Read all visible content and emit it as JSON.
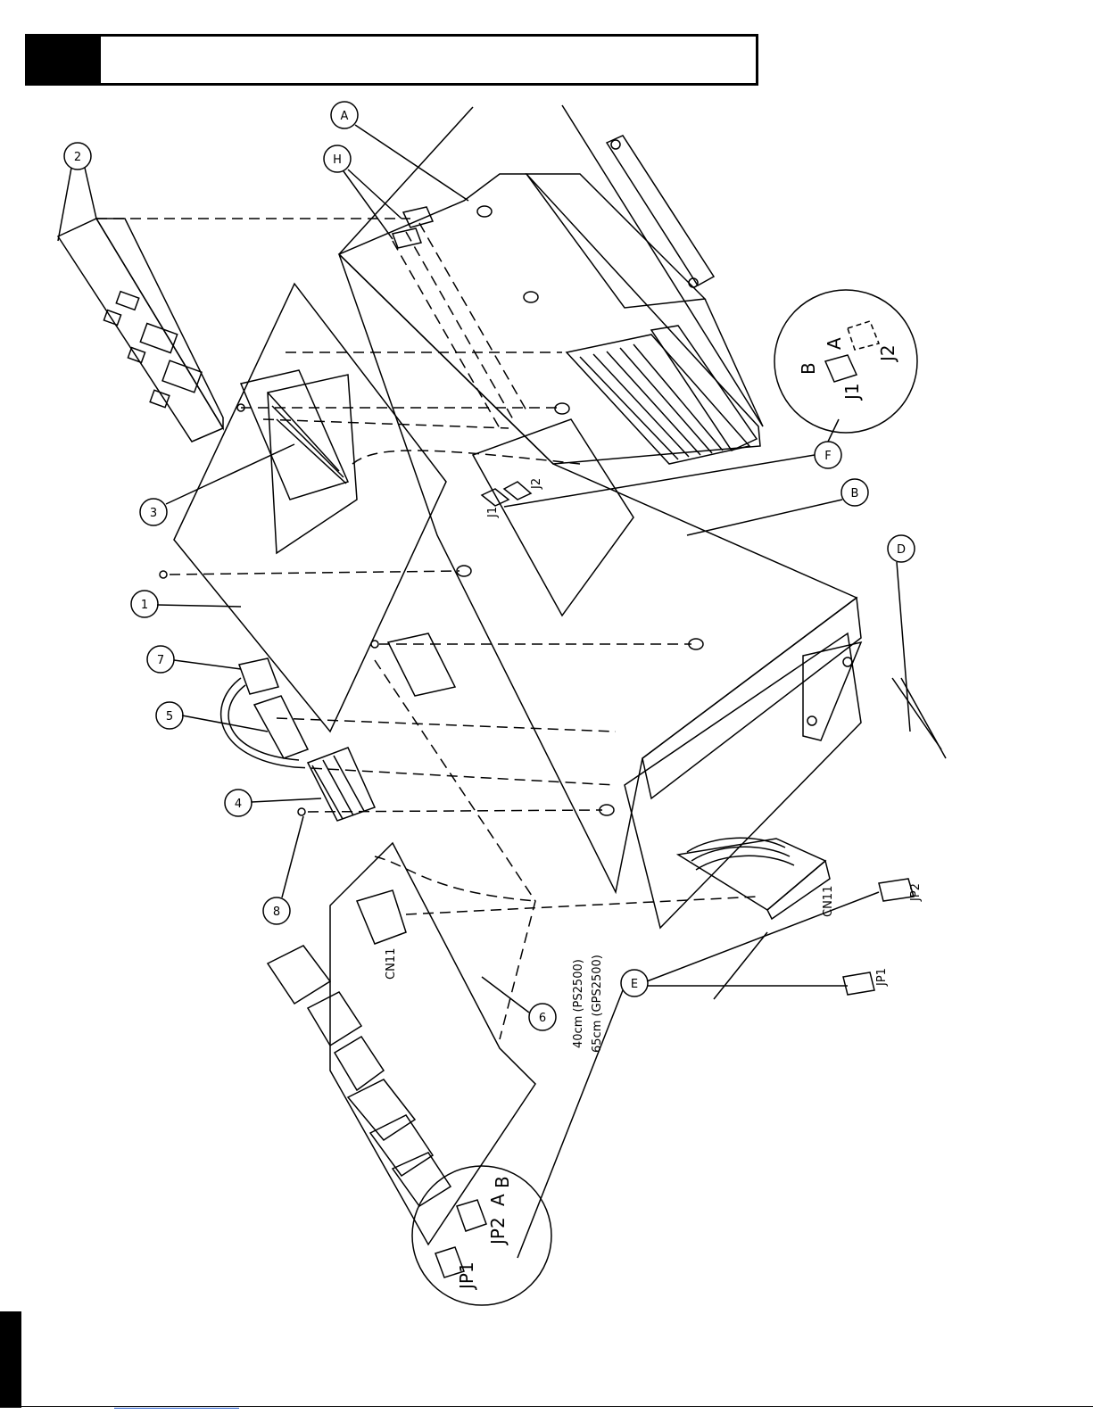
{
  "colors": {
    "ink": "#000000",
    "paper": "#ffffff",
    "link": "#1a53c9"
  },
  "callouts": {
    "c1": "1",
    "c2": "2",
    "c3": "3",
    "c4": "4",
    "c5": "5",
    "c6": "6",
    "c7": "7",
    "c8": "8",
    "cA": "A",
    "cB": "B",
    "cD": "D",
    "cE": "E",
    "cF": "F",
    "cH": "H"
  },
  "labels": {
    "cn11_top": "CN11",
    "cn11_bottom": "CN11",
    "cable_len_ps": "40cm  (PS2500)",
    "cable_len_gps": "65cm  (GPS2500)",
    "j1_board": "J1",
    "j2_board": "J2",
    "jp1_loose": "JP1",
    "jp2_loose": "JP2"
  },
  "detail_f": {
    "a": "A",
    "b": "B",
    "j1": "J1",
    "j2": "J2"
  },
  "detail_e": {
    "jp1": "JP1",
    "jp2": "JP2",
    "a": "A",
    "b": "B"
  }
}
